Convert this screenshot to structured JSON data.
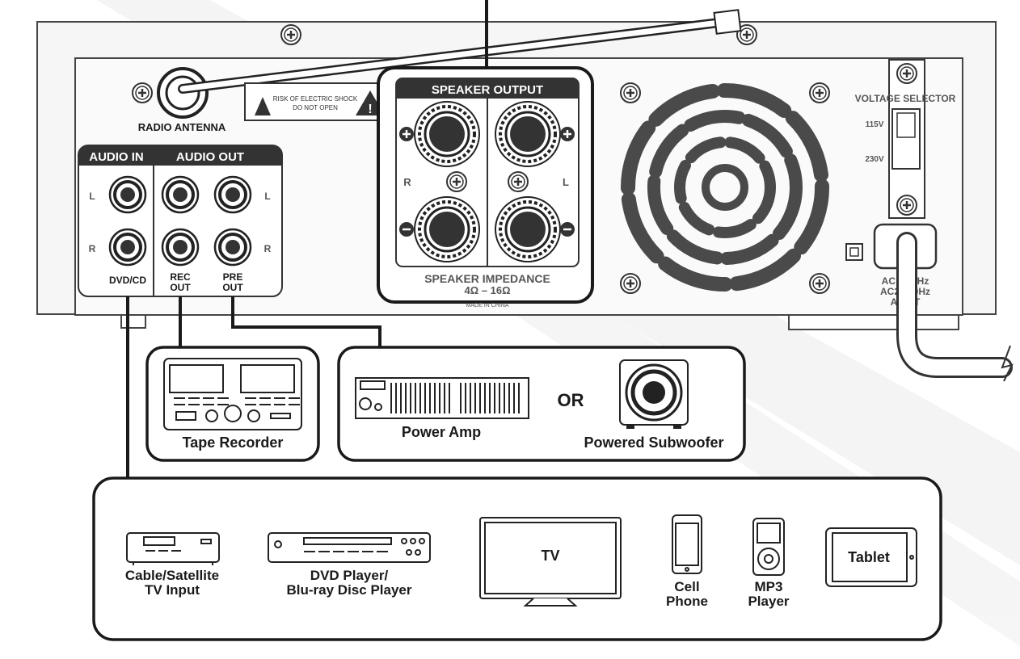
{
  "rear_panel": {
    "radio_antenna_label": "RADIO ANTENNA",
    "warning_text_line1": "RISK OF ELECTRIC SHOCK",
    "warning_text_line2": "DO NOT OPEN",
    "audio_in_header": "AUDIO IN",
    "audio_out_header": "AUDIO OUT",
    "channel_left": "L",
    "channel_right": "R",
    "dvd_cd_label": "DVD/CD",
    "rec_out_label_1": "REC",
    "rec_out_label_2": "OUT",
    "pre_out_label_1": "PRE",
    "pre_out_label_2": "OUT",
    "speaker_output_header": "SPEAKER OUTPUT",
    "speaker_impedance_label": "SPEAKER IMPEDANCE",
    "speaker_impedance_value": "4Ω – 16Ω",
    "made_in_label": "MADE IN CHINA",
    "voltage_selector_label": "VOLTAGE SELECTOR",
    "voltage_115": "115V",
    "voltage_230": "230V",
    "ac_input_line1": "AC 1    60Hz",
    "ac_input_line2": "AC23    50Hz",
    "ac_input_line3": "AC    UT"
  },
  "devices": {
    "tape_recorder": "Tape Recorder",
    "power_amp": "Power Amp",
    "or_label": "OR",
    "powered_subwoofer": "Powered Subwoofer",
    "cable_sat_line1": "Cable/Satellite",
    "cable_sat_line2": "TV Input",
    "dvd_line1": "DVD Player/",
    "dvd_line2": "Blu-ray Disc Player",
    "tv": "TV",
    "cell_line1": "Cell",
    "cell_line2": "Phone",
    "mp3_line1": "MP3",
    "mp3_line2": "Player",
    "tablet": "Tablet"
  },
  "colors": {
    "line": "#1a1a1a",
    "panel": "#f6f6f6",
    "header_fill": "#333333",
    "watermark": "#e6e6e6"
  }
}
